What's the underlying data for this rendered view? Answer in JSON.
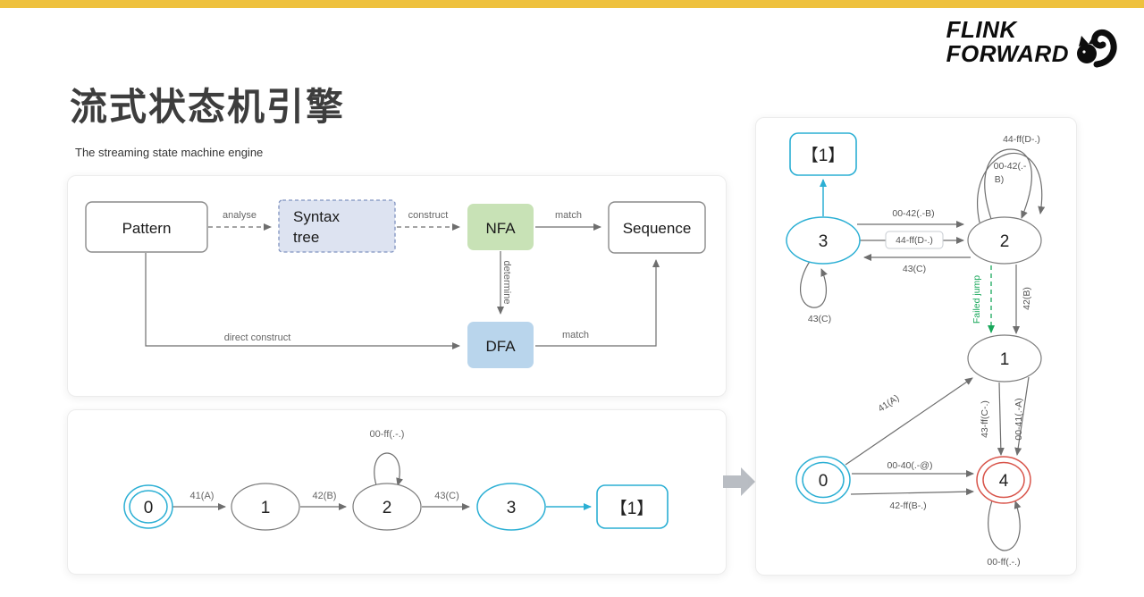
{
  "header": {
    "title": "流式状态机引擎",
    "subtitle": "The streaming state machine engine"
  },
  "logo": {
    "line1": "FLINK",
    "line2": "FORWARD"
  },
  "colors": {
    "accent_bar": "#eec13e",
    "cyan": "#2bafd4",
    "green": "#18a75a",
    "red": "#d8544a",
    "nfa_fill": "#c8e2b6",
    "dfa_fill": "#b9d5ec",
    "syntax_fill": "#dde3f1"
  },
  "flowchart": {
    "pattern": "Pattern",
    "syntax_line1": "Syntax",
    "syntax_line2": "tree",
    "nfa": "NFA",
    "sequence": "Sequence",
    "dfa": "DFA",
    "analyse": "analyse",
    "construct": "construct",
    "match_top": "match",
    "determine": "determine",
    "match_bottom": "match",
    "direct_construct": "direct construct"
  },
  "nfa_diagram": {
    "s0": "0",
    "s1": "1",
    "s2": "2",
    "s3": "3",
    "final": "【1】",
    "e01": "41(A)",
    "e12": "42(B)",
    "e23": "43(C)",
    "loop2": "00-ff(.-.)"
  },
  "dfa_diagram": {
    "s0": "0",
    "s1": "1",
    "s2": "2",
    "s3": "3",
    "s4": "4",
    "final": "【1】",
    "loop2_outer": "44-ff(D-.)",
    "loop2_inner_l1": "00-42(.-",
    "loop2_inner_l2": "B)",
    "e32_top": "00-42(.-B)",
    "e32_mid": "44-ff(D-.)",
    "e23": "43(C)",
    "loop3": "43(C)",
    "e21": "42(B)",
    "failed_jump": "Failed jump",
    "e01": "41(A)",
    "e14_left": "43-ff(C-.)",
    "e14_right": "00-41(.-A)",
    "e04_top": "00-40(.-@)",
    "e04_bottom": "42-ff(B-.)",
    "loop4": "00-ff(.-.)"
  }
}
